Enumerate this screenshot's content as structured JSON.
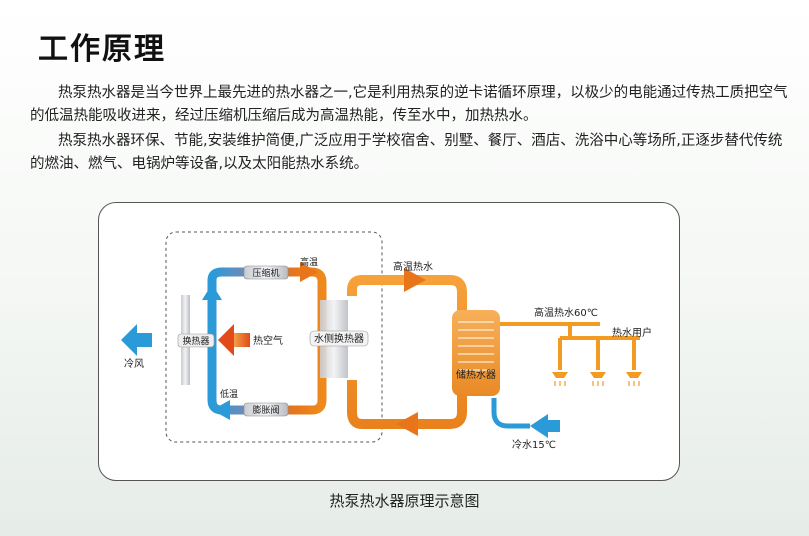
{
  "header": {
    "title": "工作原理"
  },
  "intro": {
    "paragraph1": "热泵热水器是当今世界上最先进的热水器之一,它是利用热泵的逆卡诺循环原理，以极少的电能通过传热工质把空气的低温热能吸收进来，经过压缩机压缩后成为高温热能，传至水中，加热热水。",
    "paragraph2": "热泵热水器环保、节能,安装维护简便,广泛应用于学校宿舍、别墅、餐厅、酒店、洗浴中心等场所,正逐步替代传统的燃油、燃气、电锅炉等设备,以及太阳能热水系统。"
  },
  "diagram": {
    "compressor": "压缩机",
    "high_temp": "高温",
    "low_temp": "低温",
    "expansion_valve": "膨胀阀",
    "heat_exchanger": "换热器",
    "hot_air": "热空气",
    "water_side_exchanger": "水侧换热器",
    "cold_wind": "冷风",
    "hot_water": "高温热水",
    "storage_tank": "储热水器",
    "hot_water_60": "高温热水60℃",
    "hot_water_users": "热水用户",
    "cold_water_15": "冷水15℃"
  },
  "caption": "热泵热水器原理示意图",
  "colors": {
    "refrigerant_cold": "#2a9ad8",
    "refrigerant_hot": "#e8751a",
    "water_hot": "#f29a22",
    "water_cold": "#2a9ad8"
  }
}
